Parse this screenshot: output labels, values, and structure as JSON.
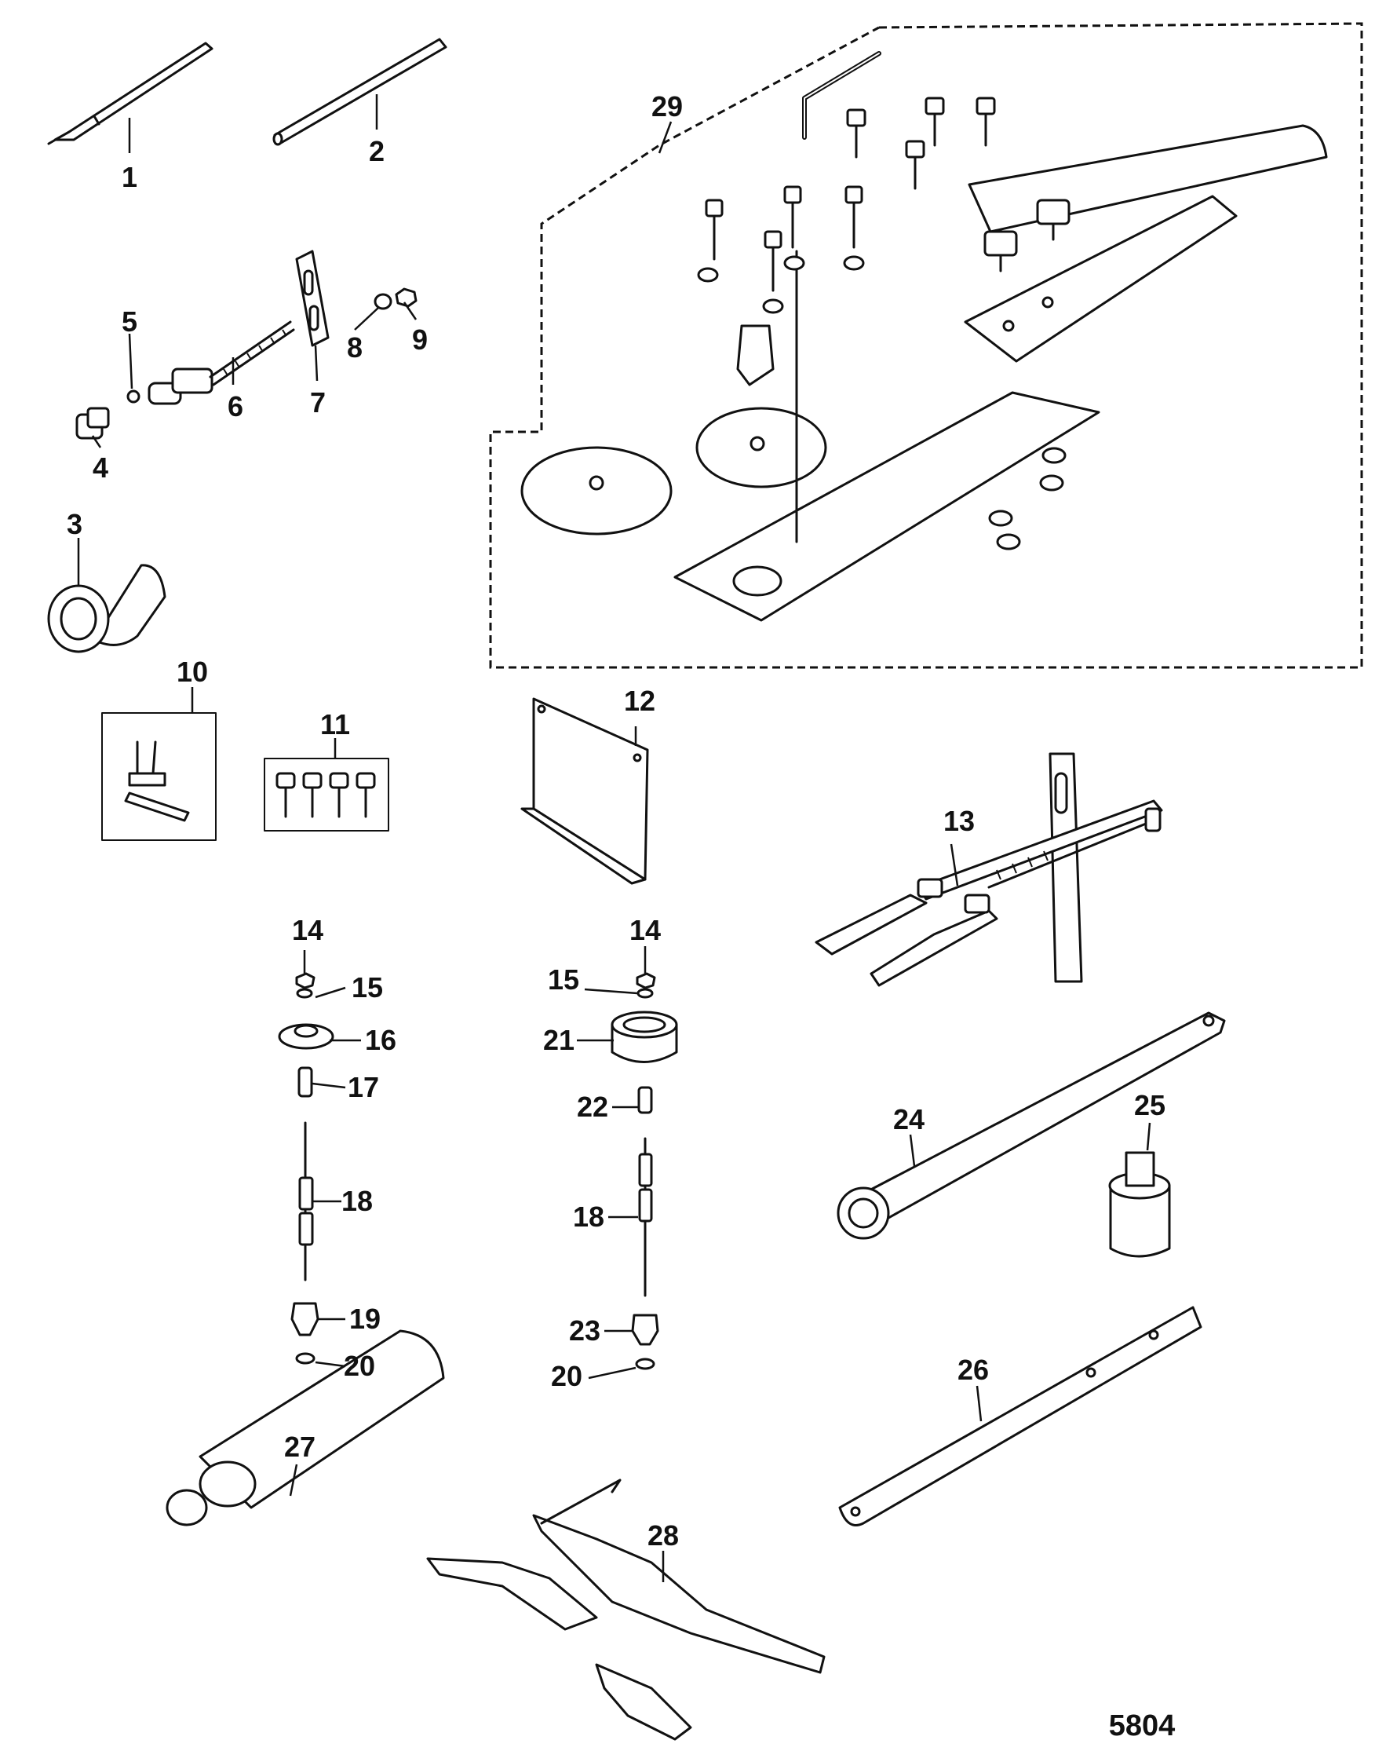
{
  "figure_number": "5804",
  "callouts": [
    "1",
    "2",
    "3",
    "4",
    "5",
    "6",
    "7",
    "8",
    "9",
    "10",
    "11",
    "12",
    "13",
    "14",
    "14",
    "15",
    "15",
    "16",
    "17",
    "18",
    "18",
    "19",
    "20",
    "20",
    "21",
    "22",
    "23",
    "24",
    "25",
    "26",
    "27",
    "28",
    "29"
  ]
}
